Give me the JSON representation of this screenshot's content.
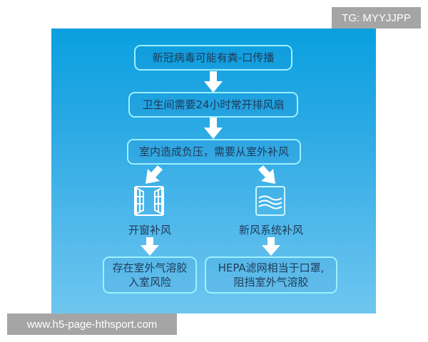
{
  "watermarks": {
    "top_right": "TG: MYYJJPP",
    "bottom_left": "www.h5-page-hthsport.com"
  },
  "colors": {
    "panel_top": "#0aa0e0",
    "panel_bottom": "#6fc6ef",
    "box_border": "#9df0ff",
    "text": "#1e3a58",
    "arrow": "#ffffff",
    "badge_bg": "#a5a5a5"
  },
  "flow": {
    "step1": "新冠病毒可能有粪-口传播",
    "step2": "卫生间需要24小时常开排风扇",
    "step3": "室内造成负压，需要从室外补风",
    "left_branch": {
      "icon": "open-window-icon",
      "label": "开窗补风",
      "result_line1": "存在室外气溶胶",
      "result_line2": "入室风险"
    },
    "right_branch": {
      "icon": "fresh-air-system-icon",
      "label": "新风系统补风",
      "result_line1": "HEPA滤网相当于口罩,",
      "result_line2": "阻挡室外气溶胶"
    }
  }
}
